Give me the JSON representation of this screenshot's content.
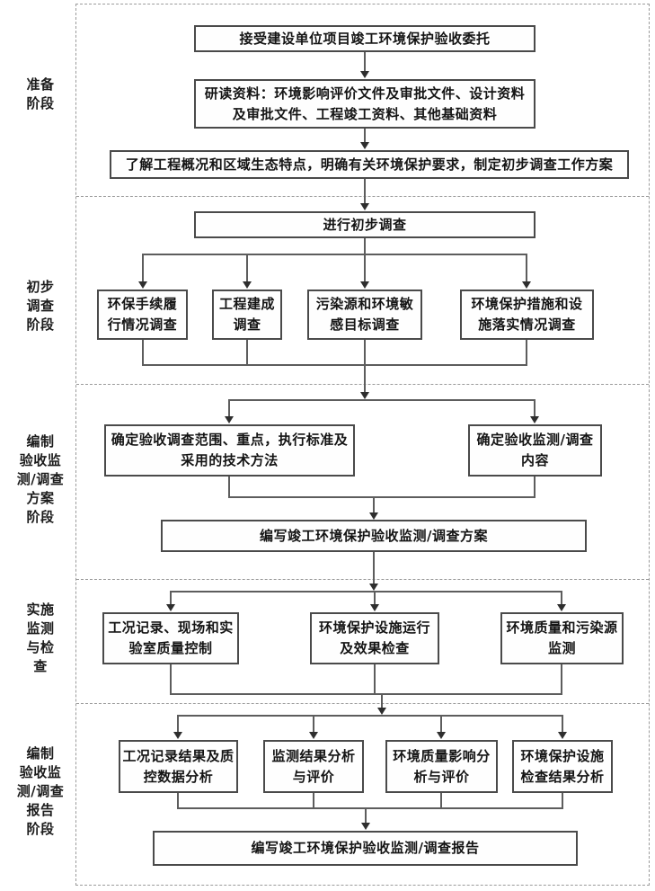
{
  "stages": [
    {
      "label": "准备\n阶段"
    },
    {
      "label": "初步\n调查\n阶段"
    },
    {
      "label": "编制\n验收监\n测/调查\n方案\n阶段"
    },
    {
      "label": "实施\n监测\n与检\n查"
    },
    {
      "label": "编制\n验收监\n测/调查\n报告\n阶段"
    }
  ],
  "boxes": {
    "b1": "接受建设单位项目竣工环境保护验收委托",
    "b2": "研读资料：环境影响评价文件及审批文件、设计资料\n及审批文件、工程竣工资料、其他基础资料",
    "b3": "了解工程概况和区域生态特点，明确有关环境保护要求，制定初步调查工作方案",
    "b4": "进行初步调查",
    "c1": "环保手续履\n行情况调查",
    "c2": "工程建成\n调查",
    "c3": "污染源和环境敏\n感目标调查",
    "c4": "环境保护措施和设\n施落实情况调查",
    "d1": "确定验收调查范围、重点，执行标准及\n采用的技术方法",
    "d2": "确定验收监测/调查\n内容",
    "e": "编写竣工环境保护验收监测/调查方案",
    "f1": "工况记录、现场和实\n验室质量控制",
    "f2": "环境保护设施运行\n及效果检查",
    "f3": "环境质量和污染源\n监测",
    "g1": "工况记录结果及质\n控数据分析",
    "g2": "监测结果分析\n与评价",
    "g3": "环境质量影响分\n析与评价",
    "g4": "环境保护设施\n检查结果分析",
    "h": "编写竣工环境保护验收监测/调查报告"
  },
  "colors": {
    "background": "#ffffff",
    "box_border": "#4a4a4a",
    "connector": "#5d5d5d",
    "dashed_frame": "#9b9b9b",
    "text": "#141414"
  }
}
